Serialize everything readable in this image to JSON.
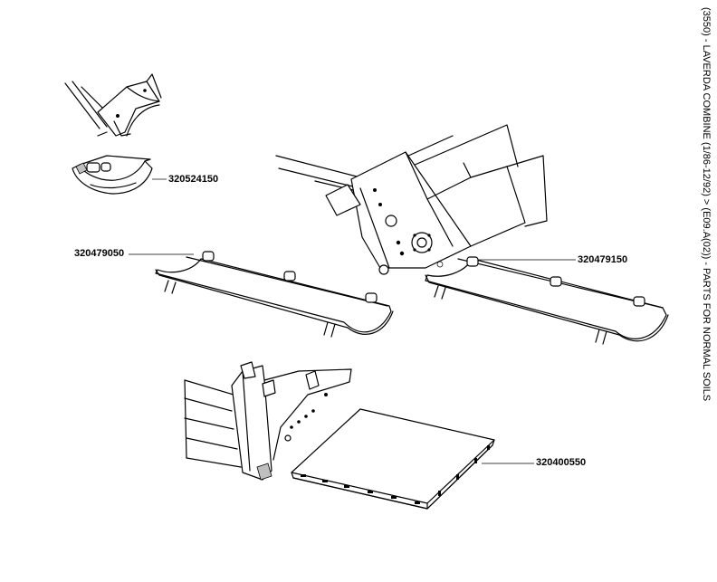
{
  "side_title": "(3550) - LAVERDA COMBINE (1/86-12/92) > (E09.A(02)) - PARTS FOR NORMAL SOILS",
  "parts": [
    {
      "id": "part-cover-small",
      "number": "320524150"
    },
    {
      "id": "part-trough-left",
      "number": "320479050"
    },
    {
      "id": "part-trough-right",
      "number": "320479150"
    },
    {
      "id": "part-plate",
      "number": "320400550"
    }
  ],
  "colors": {
    "line": "#000000",
    "background": "#ffffff"
  }
}
